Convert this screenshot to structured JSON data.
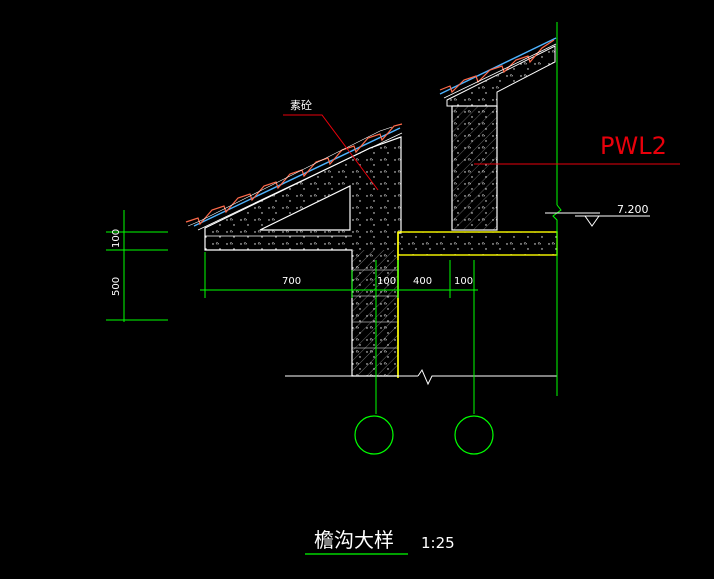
{
  "drawing": {
    "title": "檐沟大样",
    "scale": "1:25",
    "labels": {
      "material_note": "素砼",
      "beam_code": "PWL2",
      "elevation": "7.200"
    },
    "dimensions": {
      "vertical": [
        "100",
        "500"
      ],
      "horizontal": [
        "700",
        "100",
        "400",
        "100"
      ]
    },
    "colors": {
      "background": "#000000",
      "outline": "#ffffff",
      "dimension": "#00ff00",
      "beam": "#ffff00",
      "leader": "#ff0000",
      "tile": "#ff6a4a",
      "waterproof": "#4fb4ff"
    }
  }
}
